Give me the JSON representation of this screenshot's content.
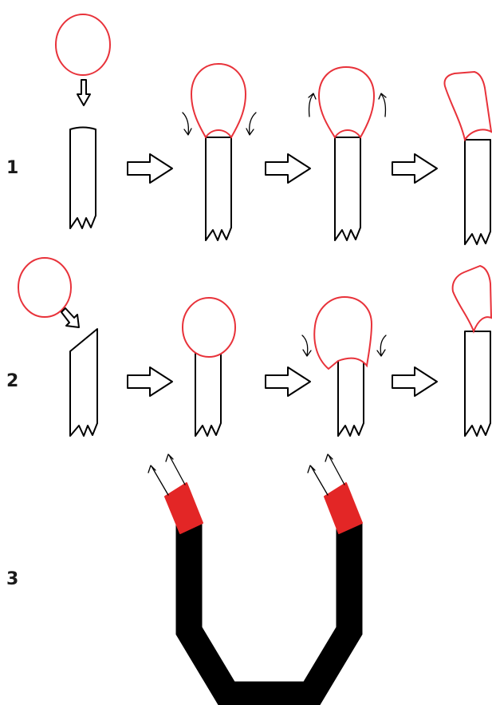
{
  "steps": [
    {
      "label": "1"
    },
    {
      "label": "2"
    },
    {
      "label": "3"
    }
  ],
  "colors": {
    "balloon": "#e8323a",
    "outline": "#000000",
    "sleeve": "#e32626",
    "cable": "#000000"
  }
}
